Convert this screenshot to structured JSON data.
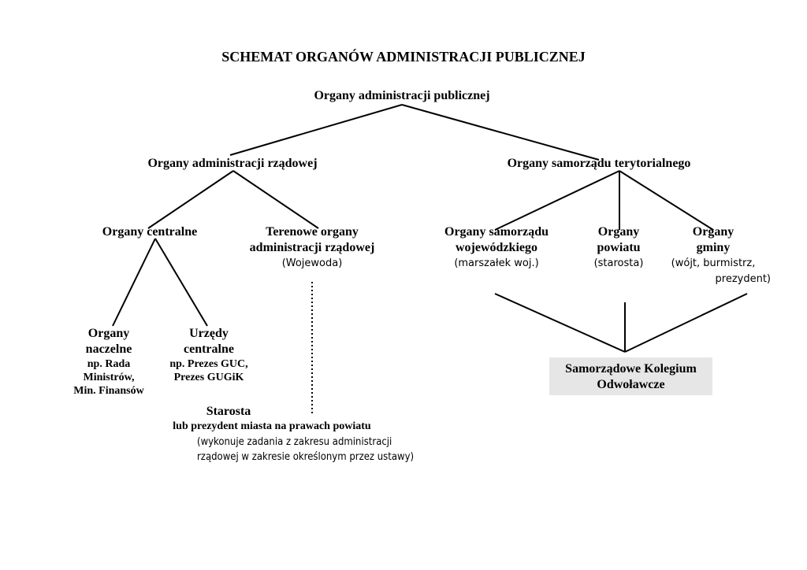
{
  "title": "SCHEMAT ORGANÓW ADMINISTRACJI PUBLICZNEJ",
  "root": "Organy administracji publicznej",
  "gov": {
    "label": "Organy administracji rządowej",
    "central": {
      "label": "Organy centralne",
      "naczelne": {
        "title_l1": "Organy",
        "title_l2": "naczelne",
        "ex_l1": "np. Rada",
        "ex_l2": "Ministrów,",
        "ex_l3": "Min. Finansów"
      },
      "urzedy": {
        "title_l1": "Urzędy",
        "title_l2": "centralne",
        "ex_l1": "np. Prezes GUC,",
        "ex_l2": "Prezes GUGiK"
      }
    },
    "field": {
      "l1": "Terenowe organy",
      "l2": "administracji rządowej",
      "l3": "(Wojewoda)"
    },
    "starosta": {
      "title": "Starosta",
      "subtitle": "lub prezydent miasta na prawach powiatu",
      "note_l1": "(wykonuje zadania z zakresu administracji",
      "note_l2": "rządowej w zakresie określonym przez ustawy)"
    }
  },
  "local": {
    "label": "Organy samorządu terytorialnego",
    "voivodeship": {
      "l1": "Organy samorządu",
      "l2": "wojewódzkiego",
      "l3": "(marszałek woj.)"
    },
    "county": {
      "l1": "Organy",
      "l2": "powiatu",
      "l3": "(starosta)"
    },
    "commune": {
      "l1": "Organy",
      "l2": "gminy",
      "l3": "(wójt, burmistrz,",
      "l4": "prezydent)"
    },
    "college": {
      "l1": "Samorządowe Kolegium",
      "l2": "Odwoławcze"
    }
  }
}
